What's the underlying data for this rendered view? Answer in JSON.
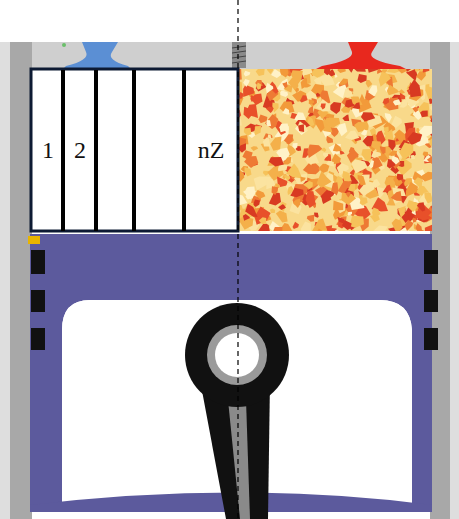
{
  "diagram": {
    "nodes": [
      {
        "text": [
          "1"
        ]
      },
      {
        "text": [
          "2"
        ]
      },
      {
        "text": [
          "nZ"
        ]
      }
    ]
  }
}
